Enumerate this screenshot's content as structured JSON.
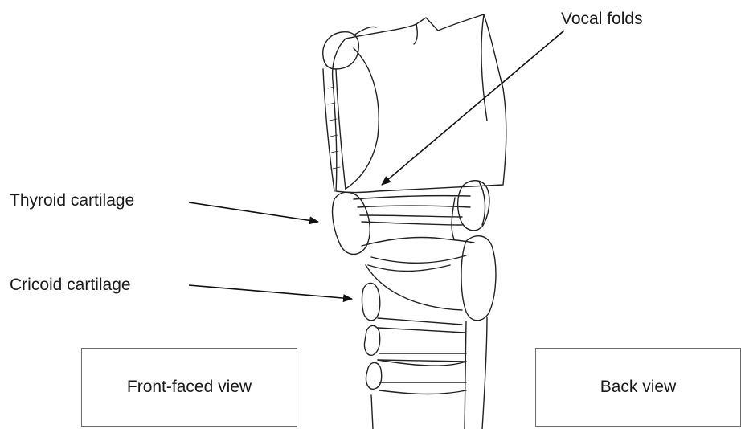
{
  "labels": {
    "vocal_folds": "Vocal folds",
    "thyroid_cartilage": "Thyroid cartilage",
    "cricoid_cartilage": "Cricoid cartilage"
  },
  "views": {
    "front": "Front-faced view",
    "back": "Back view"
  }
}
